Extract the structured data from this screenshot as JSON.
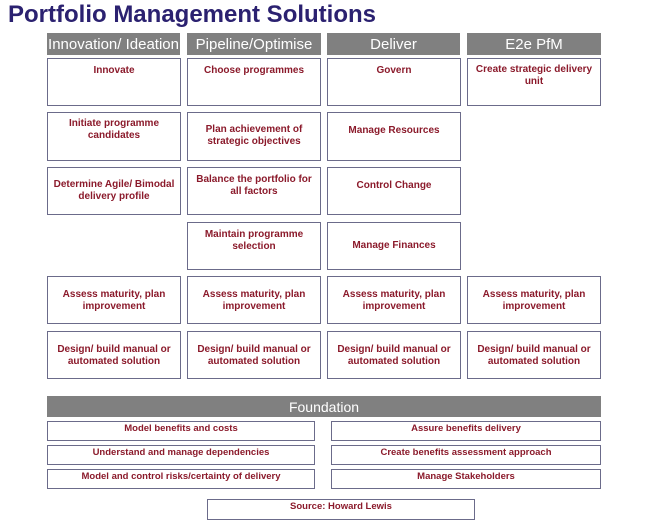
{
  "title": "Portfolio Management Solutions",
  "columns": [
    {
      "header": "Innovation/ Ideation"
    },
    {
      "header": "Pipeline/Optimise"
    },
    {
      "header": "Deliver"
    },
    {
      "header": "E2e PfM"
    }
  ],
  "boxes": {
    "c1": [
      "Innovate",
      "Initiate programme candidates",
      "Determine Agile/ Bimodal delivery profile",
      "Assess maturity, plan improvement",
      "Design/ build manual or automated solution"
    ],
    "c2": [
      "Choose programmes",
      "Plan achievement of strategic objectives",
      "Balance the portfolio for all factors",
      "Maintain programme selection",
      "Assess maturity, plan improvement",
      "Design/ build manual or automated solution"
    ],
    "c3": [
      "Govern",
      "Manage Resources",
      "Control Change",
      "Manage Finances",
      "Assess maturity, plan improvement",
      "Design/ build manual or automated solution"
    ],
    "c4": [
      "Create strategic delivery unit",
      "Assess maturity, plan improvement",
      "Design/ build manual or automated solution"
    ]
  },
  "foundation": {
    "header": "Foundation",
    "left": [
      "Model benefits and costs",
      "Understand and manage dependencies",
      "Model and control risks/certainty of delivery"
    ],
    "right": [
      "Assure benefits delivery",
      "Create benefits assessment approach",
      "Manage Stakeholders"
    ]
  },
  "source": "Source: Howard Lewis"
}
